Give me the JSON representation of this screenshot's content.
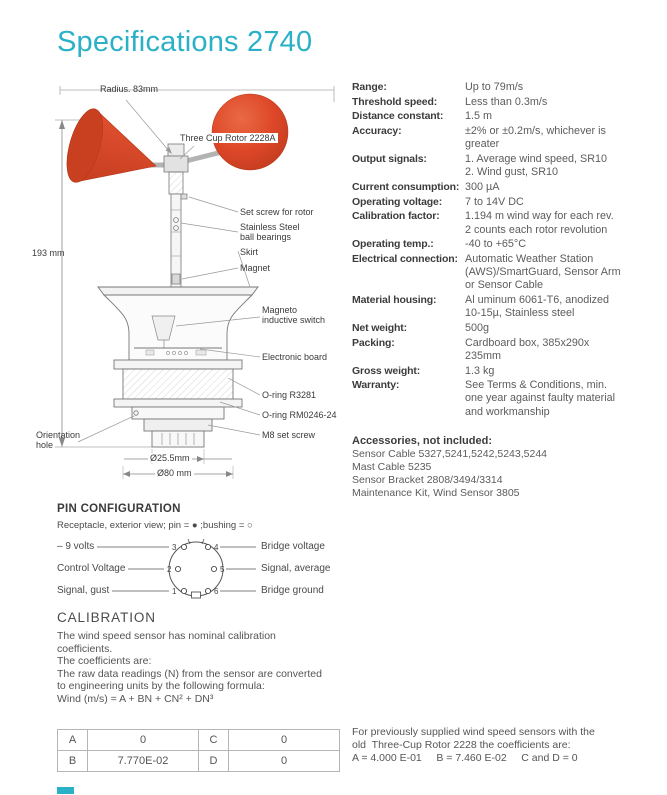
{
  "title": "Specifications 2740",
  "colors": {
    "accent": "#2bb1c7",
    "cup_red": "#dd4728"
  },
  "diagram": {
    "labels": {
      "radius": "Radius. 83mm",
      "rotor": "Three Cup Rotor 2228A",
      "set_screw": "Set screw for rotor",
      "bearings": "Stainless Steel\nball bearings",
      "skirt": "Skirt",
      "magnet": "Magnet",
      "height": "193 mm",
      "magneto": "Magneto\ninductive switch",
      "board": "Electronic board",
      "oring1": "O-ring R3281",
      "oring2": "O-ring RM0246-24",
      "m8": "M8 set screw",
      "orientation": "Orientation\nhole",
      "dia_small": "Ø25.5mm",
      "dia_big": "Ø80 mm"
    }
  },
  "specs": [
    {
      "label": "Range:",
      "value": "Up to 79m/s"
    },
    {
      "label": "Threshold speed:",
      "value": "Less than 0.3m/s"
    },
    {
      "label": "Distance constant:",
      "value": "1.5 m"
    },
    {
      "label": "Accuracy:",
      "value": "±2% or ±0.2m/s, whichever is\ngreater"
    },
    {
      "label": "Output signals:",
      "value": "1. Average wind speed, SR10\n2. Wind gust, SR10"
    },
    {
      "label": "Current consumption:",
      "value": "300 µA"
    },
    {
      "label": "Operating voltage:",
      "value": "7 to 14V DC"
    },
    {
      "label": "Calibration factor:",
      "value": "1.194 m wind way for each rev.\n2 counts each rotor revolution"
    },
    {
      "label": "Operating temp.:",
      "value": "-40 to +65°C"
    },
    {
      "label": "Electrical connection:",
      "value": "Automatic Weather Station\n(AWS)/SmartGuard, Sensor Arm\nor Sensor Cable"
    },
    {
      "label": "Material housing:",
      "value": "Al uminum 6061-T6, anodized\n10-15µ, Stainless steel"
    },
    {
      "label": "Net weight:",
      "value": "500g"
    },
    {
      "label": "Packing:",
      "value": "Cardboard box, 385x290x\n235mm"
    },
    {
      "label": "Gross weight:",
      "value": "1.3 kg"
    },
    {
      "label": "Warranty:",
      "value": "See Terms & Conditions, min.\none year against faulty material\nand workmanship"
    }
  ],
  "accessories": {
    "title": "Accessories, not included:",
    "items": [
      "Sensor Cable 5327,5241,5242,5243,5244",
      "Mast Cable 5235",
      "Sensor Bracket 2808/3494/3314",
      "Maintenance Kit, Wind Sensor 3805"
    ]
  },
  "pin_config": {
    "title": "PIN CONFIGURATION",
    "legend": "Receptacle, exterior view; pin = ● ;bushing = ○",
    "rows": [
      {
        "left": "– 9 volts",
        "right": "Bridge voltage"
      },
      {
        "left": "Control Voltage",
        "right": "Signal, average"
      },
      {
        "left": "Signal, gust",
        "right": "Bridge ground"
      }
    ],
    "pin_numbers": {
      "tl": "3",
      "tr": "4",
      "ml": "2",
      "mr": "5",
      "bl": "1",
      "br": "6"
    }
  },
  "calibration": {
    "title": "CALIBRATION",
    "lines": [
      "The wind speed sensor has nominal calibration\ncoefficients.",
      "The coefficients are:",
      "The raw data readings (N) from the sensor are converted\nto engineering units by the following formula:",
      "Wind (m/s) = A + BN + CN² + DN³"
    ]
  },
  "coefficients": {
    "rows": [
      {
        "k1": "A",
        "v1": "0",
        "k2": "C",
        "v2": "0"
      },
      {
        "k1": "B",
        "v1": "7.770E-02",
        "k2": "D",
        "v2": "0"
      }
    ]
  },
  "legacy_note": {
    "line1": "For previously supplied wind speed sensors with the",
    "line2": "old  Three-Cup Rotor 2228 the coefficients are:",
    "line3": "A = 4.000 E-01     B = 7.460 E-02     C and D = 0"
  }
}
